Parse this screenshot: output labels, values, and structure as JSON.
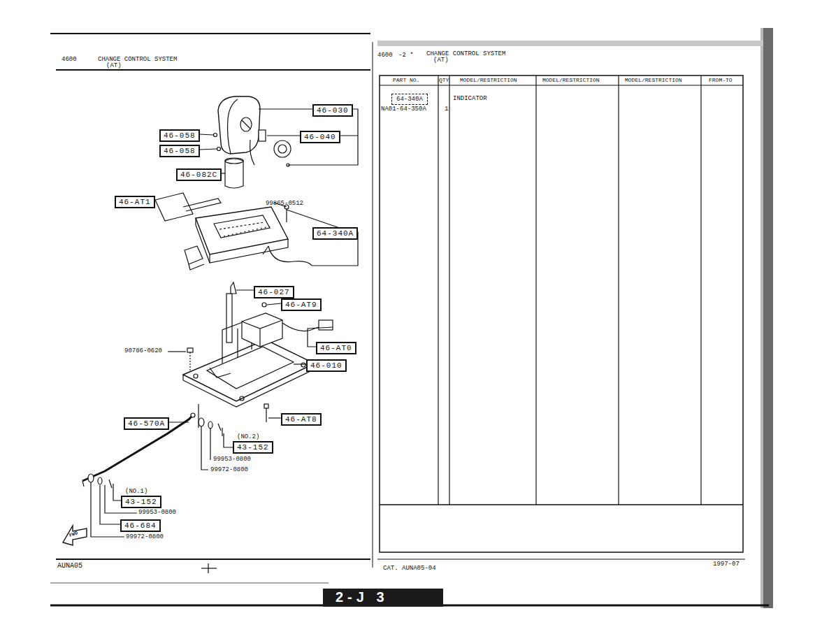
{
  "diagram": {
    "nodes": [
      {
        "text": [
          "46-030"
        ]
      },
      {
        "text": [
          "46-058"
        ]
      },
      {
        "text": [
          "46-040"
        ]
      },
      {
        "text": [
          "46-058"
        ]
      },
      {
        "text": [
          "46-082C"
        ]
      },
      {
        "text": [
          "46-AT1"
        ]
      },
      {
        "text": [
          "64-340A"
        ]
      },
      {
        "text": [
          "46-027"
        ]
      },
      {
        "text": [
          "46-AT9"
        ]
      },
      {
        "text": [
          "46-AT0"
        ]
      },
      {
        "text": [
          "46-010"
        ]
      },
      {
        "text": [
          "46-570A"
        ]
      },
      {
        "text": [
          "46-AT8"
        ]
      },
      {
        "text": [
          "(NO.2)",
          "43-152"
        ]
      },
      {
        "text": [
          "(NO.1)",
          "43-152"
        ]
      },
      {
        "text": [
          "46-684"
        ]
      },
      {
        "text": [
          "64-340A"
        ]
      }
    ],
    "labels": [
      "4600",
      "CHANGE CONTROL SYSTEM",
      "(AT)",
      "99865-0512",
      "90786-0620",
      "99953-0800",
      "99972-0800",
      "99953-0800",
      "99972-0800",
      "FWD",
      "AUNA05",
      "4600",
      "-2 *",
      "CHANGE CONTROL SYSTEM",
      "(AT)",
      "PART NO.",
      "QTY",
      "MODEL/RESTRICTION",
      "MODEL/RESTRICTION",
      "MODEL/RESTRICTION",
      "FROM-TO",
      "INDICATOR",
      "NA01-64-350A",
      "1",
      "CAT. AUNA05-04",
      "1997-07",
      "2-J 3"
    ]
  }
}
